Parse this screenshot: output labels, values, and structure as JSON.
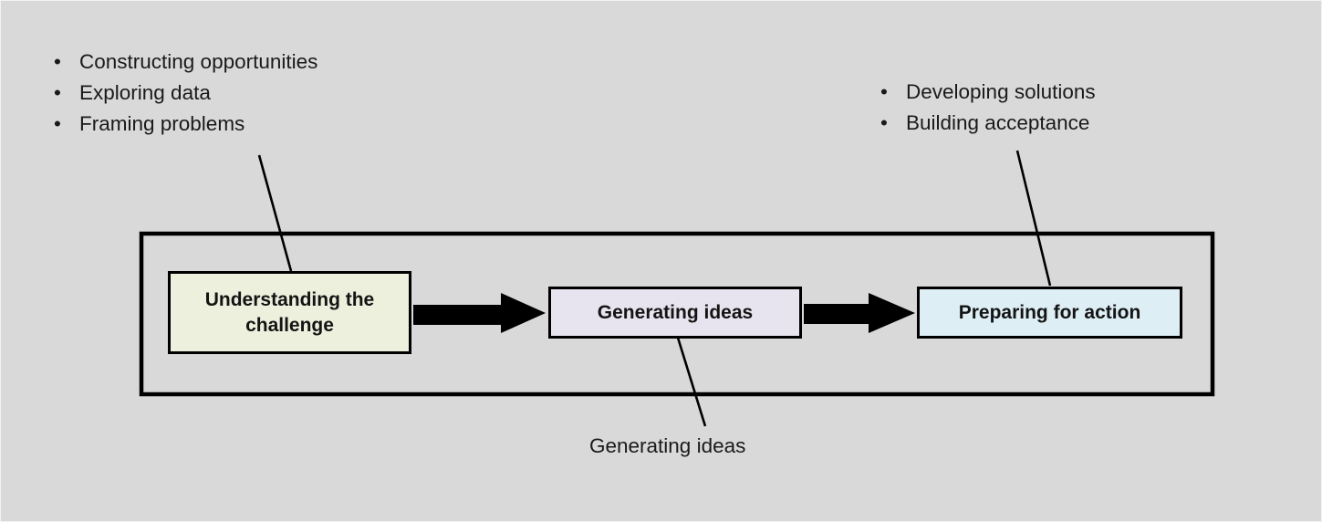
{
  "diagram": {
    "background_color": "#d9d9d9",
    "outline_color": "#000000",
    "container": {
      "label": "process-container"
    },
    "boxes": [
      {
        "id": "understanding",
        "label": "Understanding the challenge",
        "fill_color": "#edf0dc"
      },
      {
        "id": "generating",
        "label": "Generating ideas",
        "fill_color": "#e8e4ef"
      },
      {
        "id": "preparing",
        "label": "Preparing for action",
        "fill_color": "#ddeef5"
      }
    ],
    "arrows": [
      {
        "id": "arrow-1",
        "from": "understanding",
        "to": "generating",
        "color": "#000000"
      },
      {
        "id": "arrow-2",
        "from": "generating",
        "to": "preparing",
        "color": "#000000"
      }
    ],
    "callouts": {
      "left": {
        "target": "understanding",
        "bullet_glyph": "•",
        "items": [
          "Constructing opportunities",
          "Exploring data",
          "Framing problems"
        ]
      },
      "right": {
        "target": "preparing",
        "bullet_glyph": "•",
        "items": [
          "Developing solutions",
          "Building acceptance"
        ]
      },
      "bottom": {
        "target": "generating",
        "text": "Generating ideas"
      }
    }
  }
}
